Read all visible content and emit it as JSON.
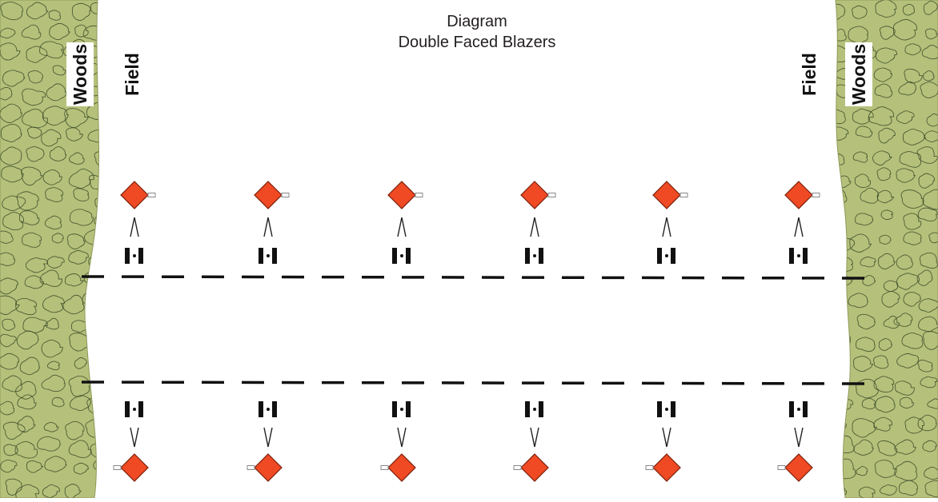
{
  "diagram": {
    "title_line1": "Diagram",
    "title_line2": "Double Faced Blazers",
    "labels": {
      "woods_left": "Woods",
      "field_left": "Field",
      "field_right": "Field",
      "woods_right": "Woods"
    },
    "rows": [
      {
        "name": "upper-row",
        "blaze_count": 6,
        "arrow_direction": "up"
      },
      {
        "name": "lower-row",
        "blaze_count": 6,
        "arrow_direction": "down"
      }
    ],
    "colors": {
      "woods_fill": "#b5c17a",
      "woods_outline": "#3c4a2a",
      "blaze_fill": "#ef4a23",
      "trail_line": "#111111",
      "text": "#231f20"
    }
  }
}
